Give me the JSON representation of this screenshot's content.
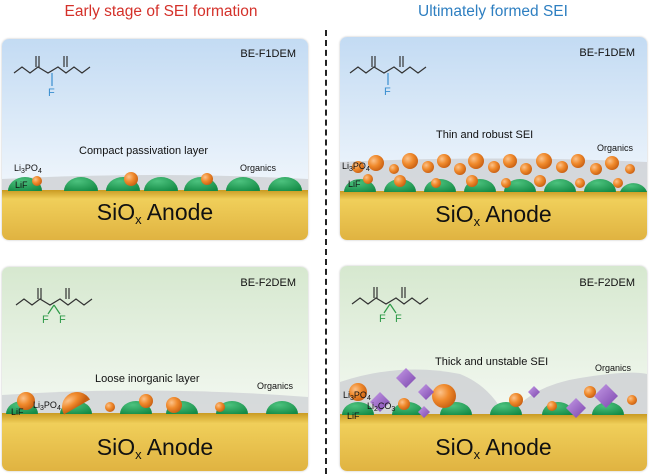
{
  "headers": {
    "left": "Early stage of SEI formation",
    "right": "Ultimately formed SEI"
  },
  "panels": {
    "top_left": {
      "electrolyte": "BE-F1DEM",
      "fluorine": "F",
      "caption": "Compact passivation layer",
      "organics": "Organics",
      "li3po4_main": "Li",
      "li3po4_sub1": "3",
      "li3po4_tail": "PO",
      "li3po4_sub2": "4",
      "lif": "LiF",
      "anode_main": "SiO",
      "anode_sub": "x",
      "anode_tail": " Anode"
    },
    "top_right": {
      "electrolyte": "BE-F1DEM",
      "fluorine": "F",
      "caption": "Thin and robust SEI",
      "organics": "Organics",
      "li3po4_main": "Li",
      "li3po4_sub1": "3",
      "li3po4_tail": "PO",
      "li3po4_sub2": "4",
      "lif": "LiF",
      "anode_main": "SiO",
      "anode_sub": "x",
      "anode_tail": " Anode"
    },
    "bottom_left": {
      "electrolyte": "BE-F2DEM",
      "fluorine_1": "F",
      "fluorine_2": "F",
      "caption": "Loose inorganic layer",
      "organics": "Organics",
      "li3po4_main": "Li",
      "li3po4_sub1": "3",
      "li3po4_tail": "PO",
      "li3po4_sub2": "4",
      "lif": "LiF",
      "anode_main": "SiO",
      "anode_sub": "x",
      "anode_tail": " Anode"
    },
    "bottom_right": {
      "electrolyte": "BE-F2DEM",
      "fluorine_1": "F",
      "fluorine_2": "F",
      "caption": "Thick and unstable SEI",
      "organics": "Organics",
      "li3po4_main": "Li",
      "li3po4_sub1": "3",
      "li3po4_tail": "PO",
      "li3po4_sub2": "4",
      "li2co3_main": "Li",
      "li2co3_sub1": "2",
      "li2co3_tail": "CO",
      "li2co3_sub2": "3",
      "lif": "LiF",
      "anode_main": "SiO",
      "anode_sub": "x",
      "anode_tail": " Anode"
    }
  },
  "colors": {
    "header_left": "#d4312a",
    "header_right": "#2e7fc1",
    "lif": "#1fa35a",
    "li3po4": "#f08a2c",
    "li2co3": "#9a63c6",
    "anode": "#e0b341",
    "fluorine_f1": "#3a8fd0",
    "fluorine_f2": "#2e9a48",
    "electrolyte_f1": "#cfe2f5",
    "electrolyte_f2": "#dcebd3"
  }
}
